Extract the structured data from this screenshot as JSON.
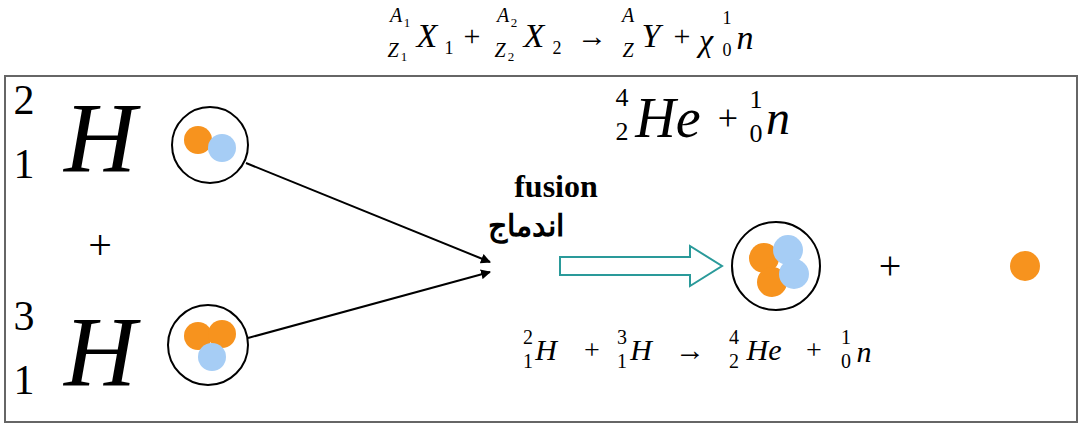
{
  "diagram": {
    "labels": [
      "A",
      "1",
      "Z",
      "1",
      "X",
      "1",
      "+",
      "A",
      "2",
      "Z",
      "2",
      "X",
      "2",
      "→",
      "A",
      "Z",
      "Y",
      "+",
      "χ",
      "1",
      "0",
      "n",
      "2",
      "1",
      "H",
      "+",
      "3",
      "1",
      "H",
      "fusion",
      "اندماج",
      "4",
      "2",
      "He",
      "+",
      "1",
      "0",
      "n",
      "2",
      "1",
      "H",
      "+",
      "3",
      "1",
      "H",
      "→",
      "4",
      "2",
      "He",
      "+",
      "1",
      "0",
      "n",
      "+"
    ]
  }
}
